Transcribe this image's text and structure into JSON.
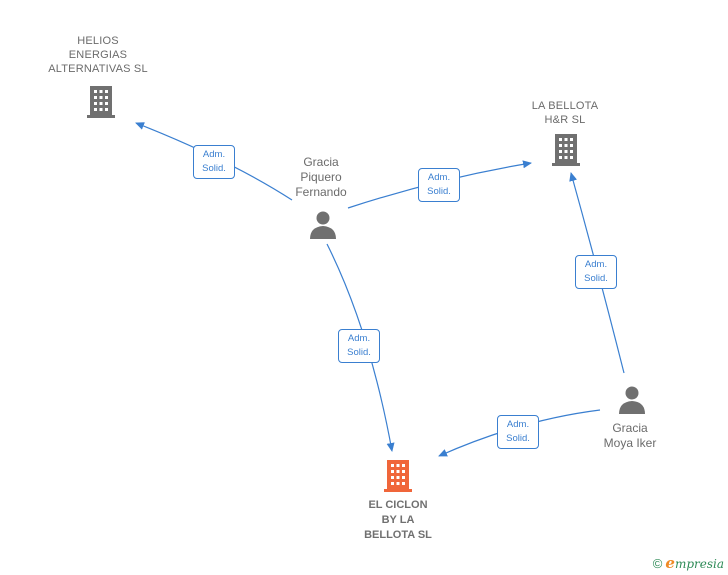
{
  "nodes": {
    "helios": {
      "label": "HELIOS\nENERGIAS\nALTERNATIVAS SL"
    },
    "la_bellota": {
      "label": "LA BELLOTA\nH&R  SL"
    },
    "gracia_piquero": {
      "label": "Gracia\nPiquero\nFernando"
    },
    "gracia_moya": {
      "label": "Gracia\nMoya Iker"
    },
    "el_ciclon": {
      "label": "EL CICLON\nBY LA\nBELLOTA  SL"
    }
  },
  "edges": [
    {
      "from": "Gracia Piquero Fernando",
      "to": "HELIOS ENERGIAS ALTERNATIVAS SL",
      "label": "Adm.\nSolid."
    },
    {
      "from": "Gracia Piquero Fernando",
      "to": "LA BELLOTA H&R SL",
      "label": "Adm.\nSolid."
    },
    {
      "from": "Gracia Piquero Fernando",
      "to": "EL CICLON BY LA BELLOTA SL",
      "label": "Adm.\nSolid."
    },
    {
      "from": "Gracia Moya Iker",
      "to": "LA BELLOTA H&R SL",
      "label": "Adm.\nSolid."
    },
    {
      "from": "Gracia Moya Iker",
      "to": "EL CICLON BY LA BELLOTA SL",
      "label": "Adm.\nSolid."
    }
  ],
  "colors": {
    "edge": "#3a7fd0",
    "company_icon": "#707070",
    "focus_company_icon": "#f0663a",
    "person_icon": "#707070"
  },
  "footer": {
    "copyright": "©",
    "brand_initial": "e",
    "brand_rest": "mpresia"
  }
}
